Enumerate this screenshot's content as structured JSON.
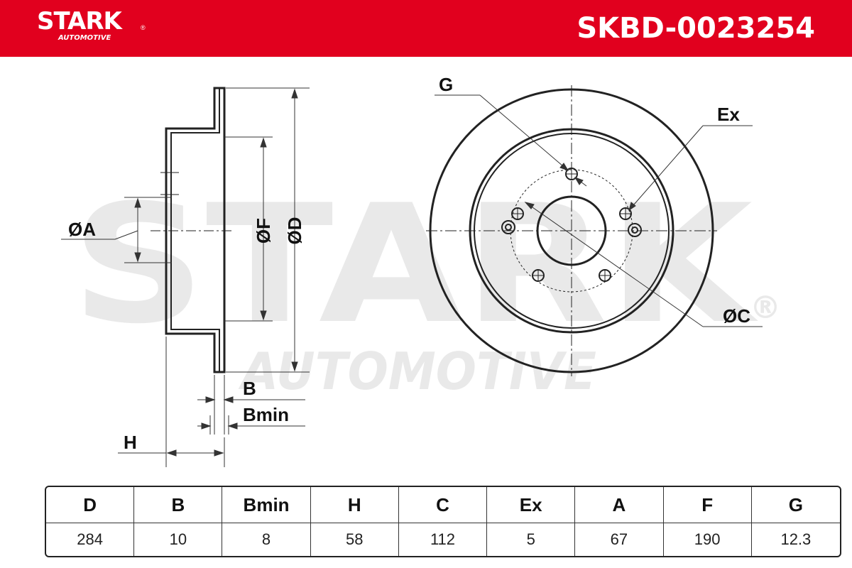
{
  "header": {
    "brand_name": "STARK",
    "brand_sub": "AUTOMOTIVE",
    "registered_mark": "®",
    "part_number": "SKBD-0023254",
    "background_color": "#e1001e"
  },
  "watermark": {
    "main": "STARK",
    "sub": "AUTOMOTIVE",
    "registered_mark": "®"
  },
  "labels": {
    "a": "ØA",
    "f": "ØF",
    "d": "ØD",
    "b": "B",
    "bmin": "Bmin",
    "h": "H",
    "g": "G",
    "ex": "Ex",
    "c": "ØC"
  },
  "table": {
    "headers": [
      "D",
      "B",
      "Bmin",
      "H",
      "C",
      "Ex",
      "A",
      "F",
      "G"
    ],
    "values": [
      "284",
      "10",
      "8",
      "58",
      "112",
      "5",
      "67",
      "190",
      "12.3"
    ]
  }
}
